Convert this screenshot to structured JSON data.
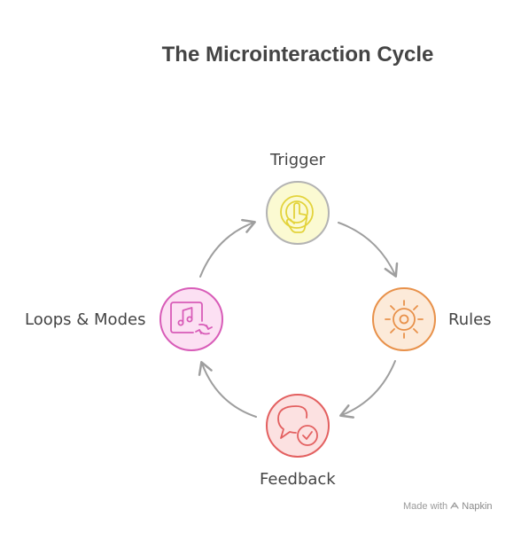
{
  "title": "The Microinteraction Cycle",
  "stages": {
    "trigger": {
      "label": "Trigger",
      "icon": "tap-hand-icon",
      "fill": "#FBFAD2",
      "stroke": "#B3B3B3",
      "icon_color": "#E3D33B"
    },
    "rules": {
      "label": "Rules",
      "icon": "sun-gear-icon",
      "fill": "#FCEAD9",
      "stroke": "#E8914A",
      "icon_color": "#E8914A"
    },
    "feedback": {
      "label": "Feedback",
      "icon": "chat-check-icon",
      "fill": "#FCE1E1",
      "stroke": "#E36060",
      "icon_color": "#E36060"
    },
    "loops_modes": {
      "label": "Loops & Modes",
      "icon": "music-repeat-icon",
      "fill": "#FCE0F3",
      "stroke": "#D85CB8",
      "icon_color": "#D85CB8"
    }
  },
  "arrow_color": "#9E9E9E",
  "credit": {
    "prefix": "Made with",
    "brand": "Napkin"
  }
}
